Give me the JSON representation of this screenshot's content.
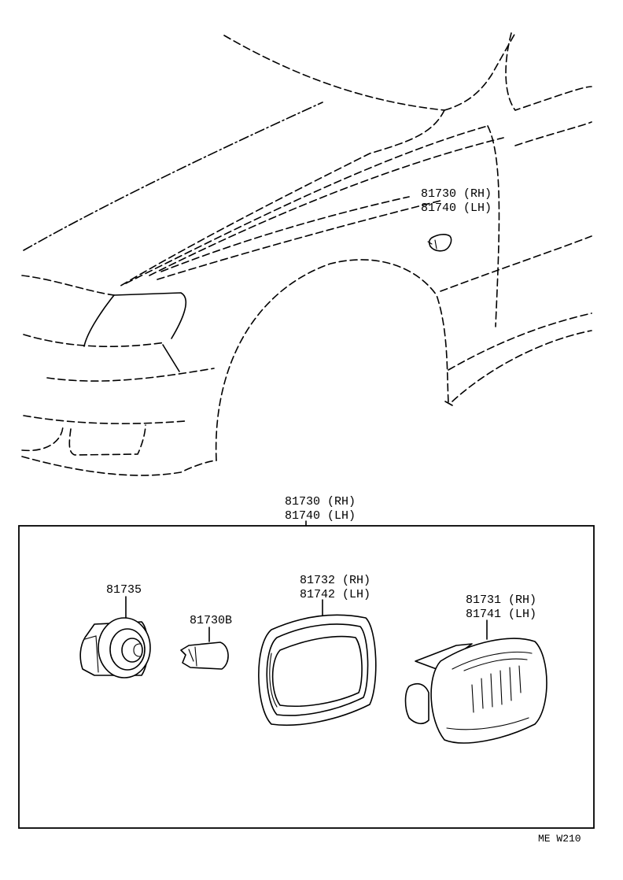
{
  "car_view": {
    "callout_line1": "81730 (RH)",
    "callout_line2": "81740 (LH)"
  },
  "assembly": {
    "label_line1": "81730 (RH)",
    "label_line2": "81740 (LH)"
  },
  "parts": {
    "socket": {
      "number": "81735"
    },
    "bulb": {
      "number": "81730B"
    },
    "gasket": {
      "line1": "81732 (RH)",
      "line2": "81742 (LH)"
    },
    "lens": {
      "line1": "81731 (RH)",
      "line2": "81741 (LH)"
    }
  },
  "figure_code": "ME W210"
}
